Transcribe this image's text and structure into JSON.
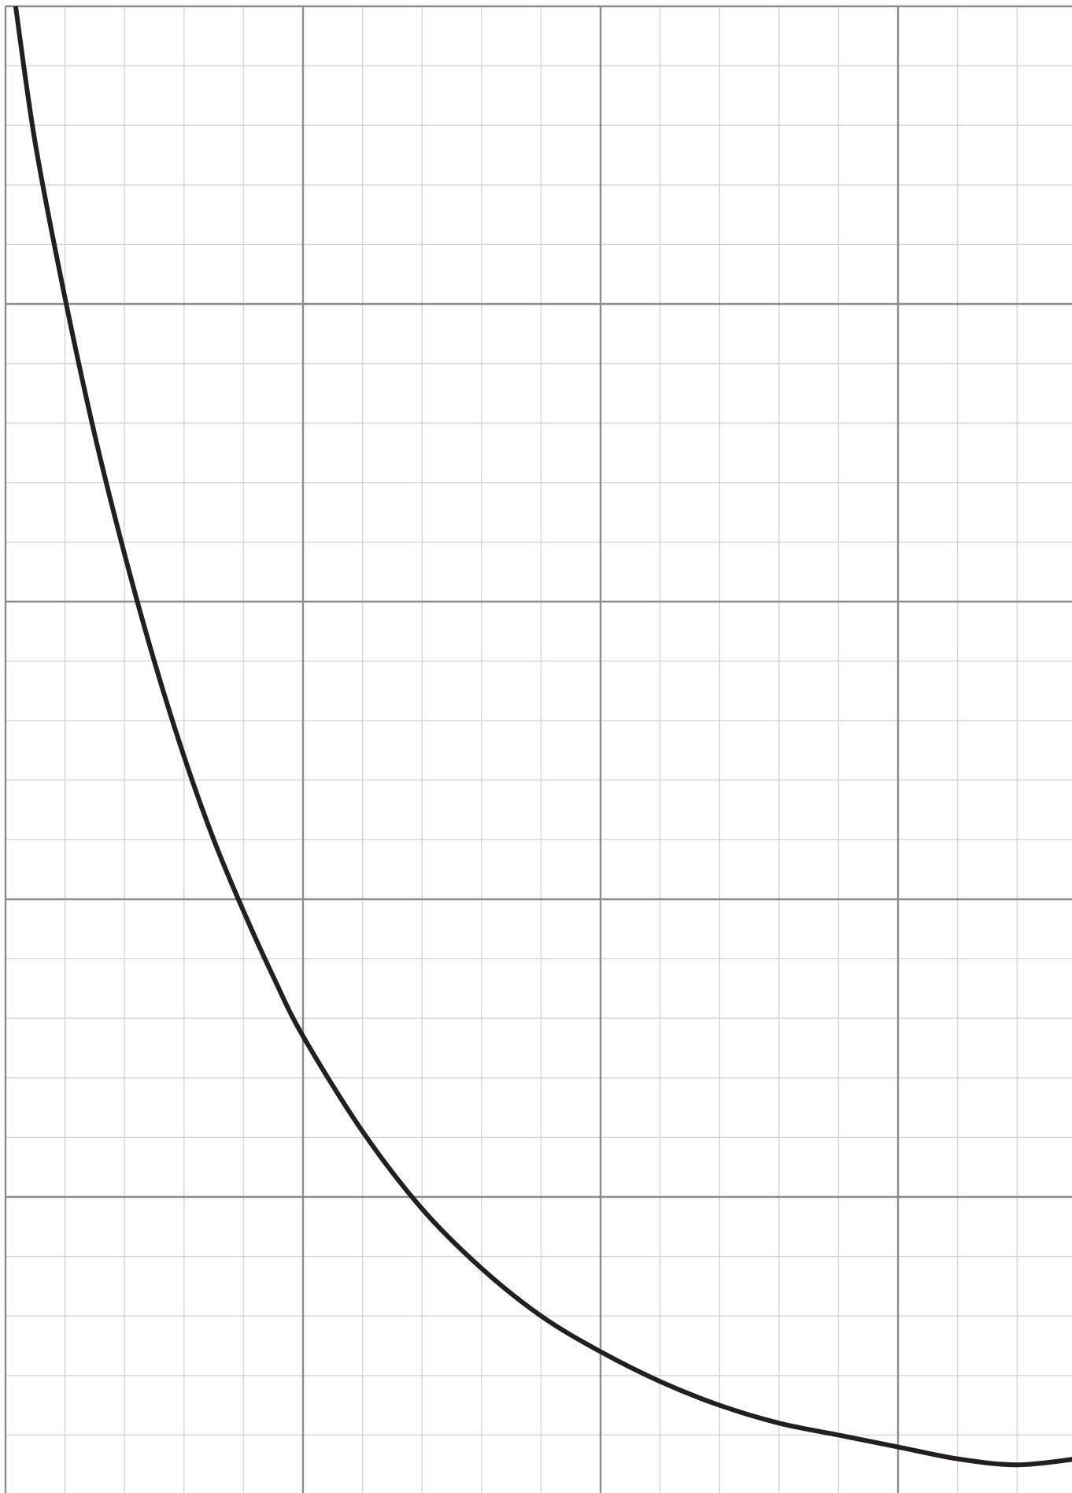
{
  "chart_data": {
    "type": "line",
    "title": "",
    "xlabel": "",
    "ylabel": "",
    "xlim": [
      0,
      18
    ],
    "ylim": [
      0,
      25
    ],
    "grid": true,
    "legend": "none",
    "major_grid_every": 5,
    "colors": {
      "curve": "#231f20",
      "major_grid": "#8c8c8c",
      "minor_grid": "#d4d4d4",
      "background": "#ffffff"
    },
    "series": [
      {
        "x": [
          0.17,
          0.5,
          1,
          1.5,
          2,
          2.5,
          3,
          3.5,
          4,
          4.5,
          5,
          6,
          7,
          8,
          9,
          10,
          11,
          12,
          13,
          14,
          15,
          16,
          17,
          18
        ],
        "y": [
          25.0,
          22.7,
          20.1,
          17.8,
          15.8,
          14.0,
          12.4,
          11.0,
          9.8,
          8.7,
          7.7,
          6.1,
          4.8,
          3.8,
          3.0,
          2.4,
          1.9,
          1.5,
          1.2,
          1.0,
          0.8,
          0.6,
          0.5,
          0.6
        ]
      }
    ]
  }
}
